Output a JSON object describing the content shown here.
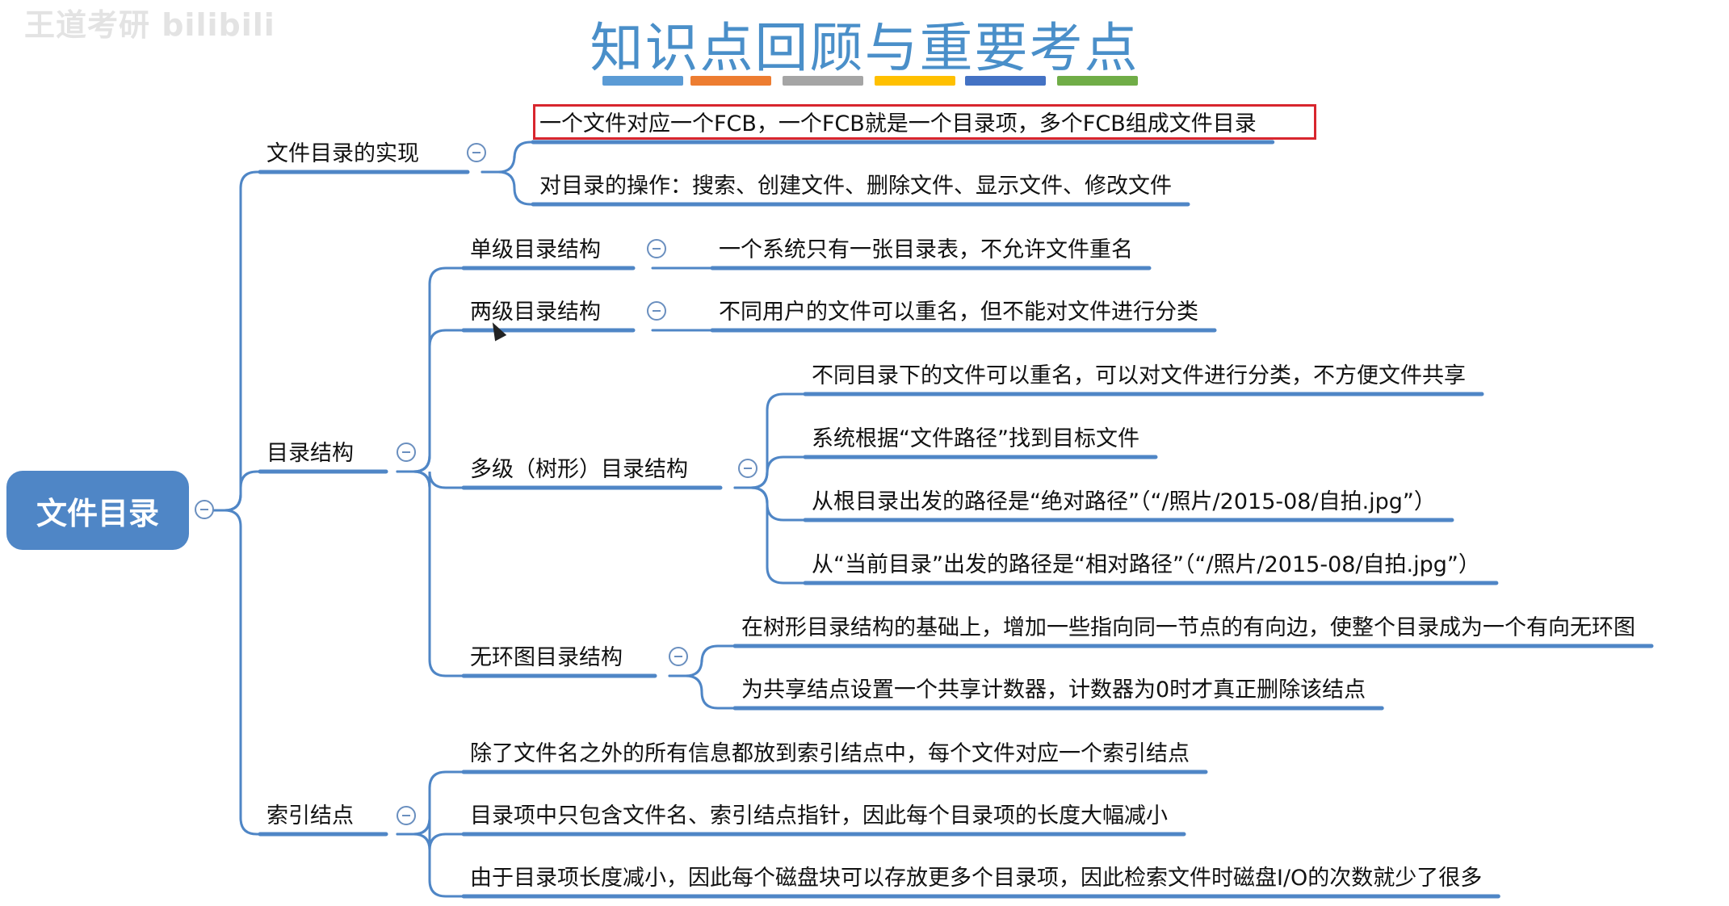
{
  "watermark": "王道考研 bilibili",
  "title": "知识点回顾与重要考点",
  "title_bar_colors": [
    "#5b9bd5",
    "#ed7d31",
    "#a5a5a5",
    "#ffc000",
    "#4472c4",
    "#70ad47"
  ],
  "root": "文件目录",
  "branches": {
    "implementation": {
      "label": "文件目录的实现",
      "children": [
        "一个文件对应一个FCB，一个FCB就是一个目录项，多个FCB组成文件目录",
        "对目录的操作：搜索、创建文件、删除文件、显示文件、修改文件"
      ]
    },
    "structure": {
      "label": "目录结构",
      "single": {
        "label": "单级目录结构",
        "children": [
          "一个系统只有一张目录表，不允许文件重名"
        ]
      },
      "two_level": {
        "label": "两级目录结构",
        "children": [
          "不同用户的文件可以重名，但不能对文件进行分类"
        ]
      },
      "multi_level": {
        "label": "多级（树形）目录结构",
        "children": [
          "不同目录下的文件可以重名，可以对文件进行分类，不方便文件共享",
          "系统根据“文件路径”找到目标文件",
          "从根目录出发的路径是“绝对路径”（“/照片/2015-08/自拍.jpg”）",
          "从“当前目录”出发的路径是“相对路径”（“/照片/2015-08/自拍.jpg”）"
        ]
      },
      "acyclic": {
        "label": "无环图目录结构",
        "children": [
          "在树形目录结构的基础上，增加一些指向同一节点的有向边，使整个目录成为一个有向无环图",
          "为共享结点设置一个共享计数器，计数器为0时才真正删除该结点"
        ]
      }
    },
    "inode": {
      "label": "索引结点",
      "children": [
        "除了文件名之外的所有信息都放到索引结点中，每个文件对应一个索引结点",
        "目录项中只包含文件名、索引结点指针，因此每个目录项的长度大幅减小",
        "由于目录项长度减小，因此每个磁盘块可以存放更多个目录项，因此检索文件时磁盘I/O的次数就少了很多"
      ]
    }
  }
}
